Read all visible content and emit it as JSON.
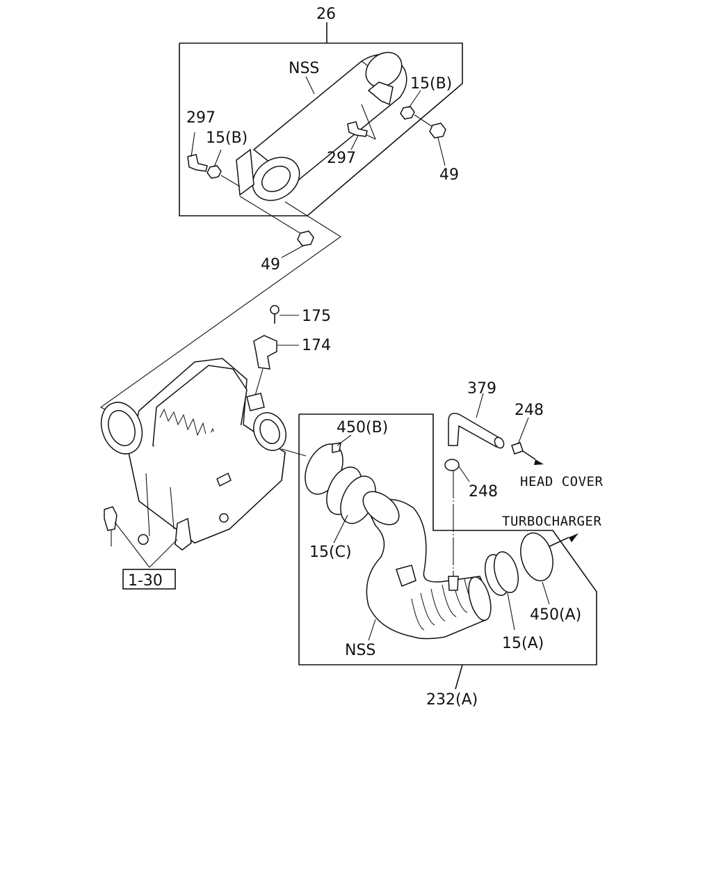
{
  "labels": {
    "l26": "26",
    "nss_top": "NSS",
    "l15b_right": "15(B)",
    "l297_left": "297",
    "l15b_left": "15(B)",
    "l297_mid": "297",
    "l49_right": "49",
    "l49_left": "49",
    "l175": "175",
    "l174": "174",
    "l379": "379",
    "l248_top": "248",
    "l450b": "450(B)",
    "head_cover": "HEAD COVER",
    "l248_mid": "248",
    "turbocharger": "TURBOCHARGER",
    "l15c": "15(C)",
    "l450a": "450(A)",
    "l130": "1-30",
    "nss_bottom": "NSS",
    "l15a": "15(A)",
    "l232a": "232(A)"
  }
}
